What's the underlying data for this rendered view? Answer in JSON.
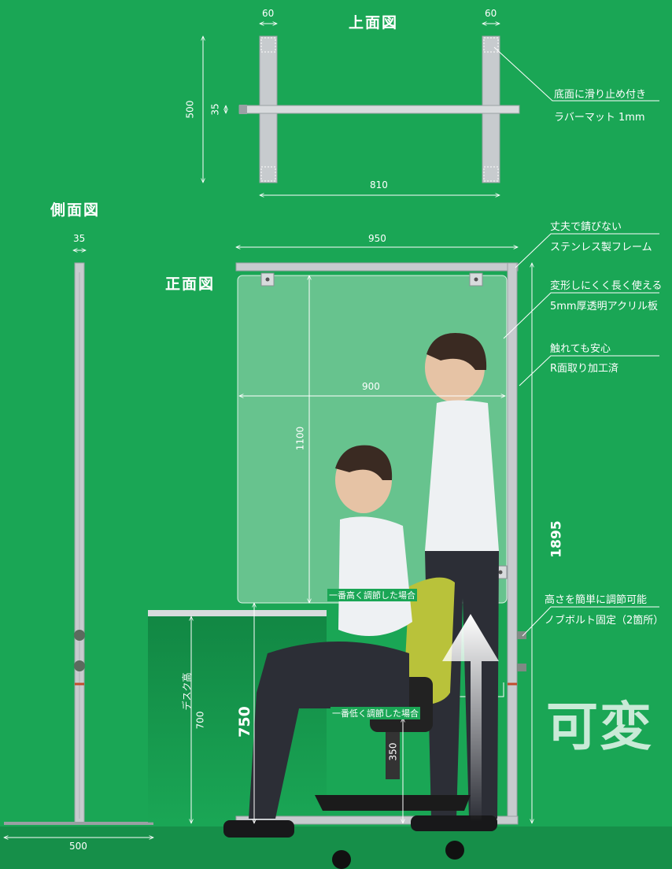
{
  "top_view": {
    "title": "上面図",
    "width_left": "60",
    "width_right": "60",
    "depth": "500",
    "bar_thickness": "35",
    "span": "810"
  },
  "side_view": {
    "title": "側面図",
    "thickness": "35",
    "base_depth": "500"
  },
  "front_view": {
    "title": "正面図",
    "frame_width": "950",
    "panel_width": "900",
    "panel_height": "1100",
    "total_height": "1895",
    "desk_height_label": "デスク高",
    "desk_height": "700",
    "panel_bottom_height": "750",
    "floor_gap": "350",
    "highest_label": "一番高く調節した場合",
    "lowest_label": "一番低く調節した場合"
  },
  "notes": [
    {
      "line1": "底面に滑り止め付き",
      "line2": "ラバーマット 1mm"
    },
    {
      "line1": "丈夫で錆びない",
      "line2": "ステンレス製フレーム"
    },
    {
      "line1": "変形しにくく長く使える",
      "line2": "5mm厚透明アクリル板"
    },
    {
      "line1": "触れても安心",
      "line2": "R面取り加工済"
    },
    {
      "line1": "高さを簡単に調節可能",
      "line2": "ノブボルト固定（2箇所）"
    }
  ],
  "feature_word": "可変",
  "colors": {
    "background": "#1aa655",
    "frame": "#c7cbce",
    "panel": "rgba(220,240,228,0.45)"
  }
}
